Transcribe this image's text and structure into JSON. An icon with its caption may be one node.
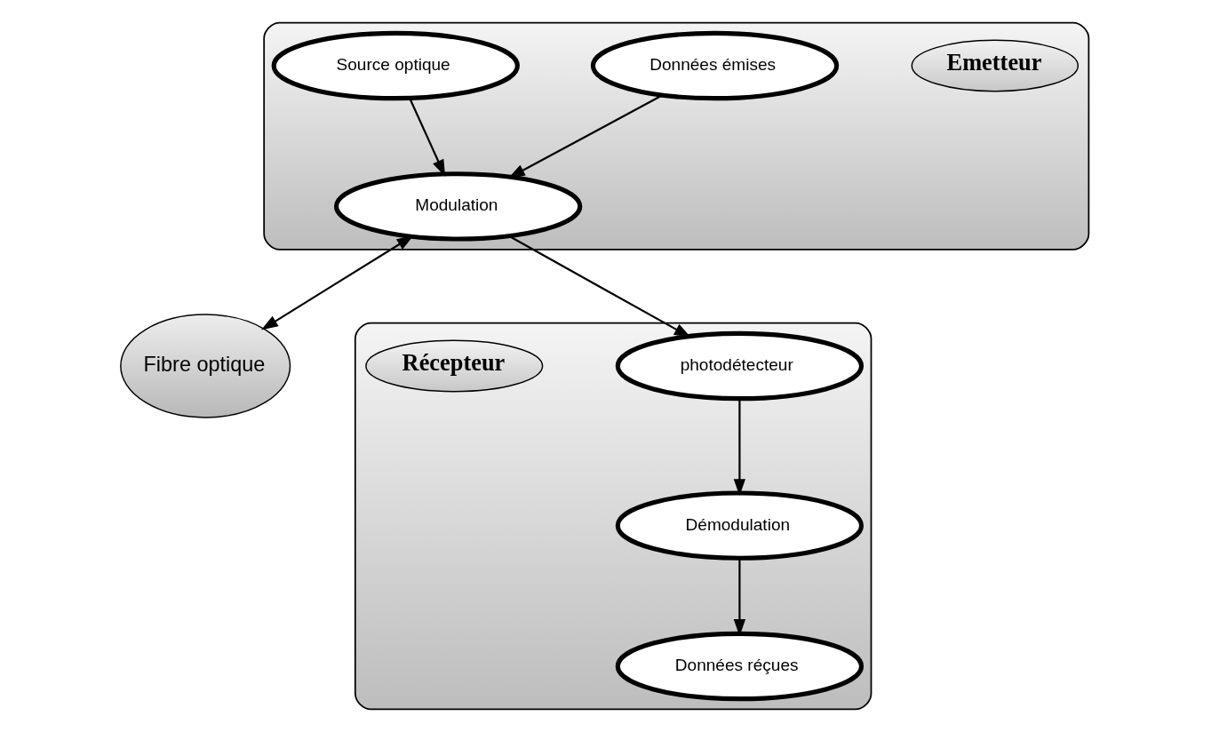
{
  "diagram": {
    "nodes": [
      {
        "text": [],
        "shape": "box"
      },
      {
        "text": [
          "Emetteur"
        ],
        "in": 0
      },
      {
        "text": [
          "Données émises"
        ],
        "in": 0
      },
      {
        "text": [
          "Source optique"
        ],
        "in": 0
      },
      {
        "text": [
          "Modulation"
        ],
        "in": 0
      },
      {
        "text": [
          "Fibre optique"
        ]
      },
      {
        "text": [],
        "shape": "box"
      },
      {
        "text": [
          "photodétecteur"
        ],
        "in": 6
      },
      {
        "text": [
          "Démodulation"
        ],
        "in": 6
      },
      {
        "text": [
          "Données réçues"
        ],
        "in": 6
      },
      {
        "text": [
          "Récepteur"
        ],
        "in": 6
      }
    ],
    "edges": [
      {
        "from": 2,
        "to": 4,
        "arrow": "to"
      },
      {
        "from": 3,
        "to": 4,
        "arrow": "to"
      },
      {
        "from": 4,
        "to": 7,
        "arrow": "to"
      },
      {
        "from": 4,
        "to": 5,
        "arrow": "both"
      },
      {
        "from": 7,
        "to": 8,
        "arrow": "to"
      },
      {
        "from": 8,
        "to": 9,
        "arrow": "to"
      }
    ]
  }
}
